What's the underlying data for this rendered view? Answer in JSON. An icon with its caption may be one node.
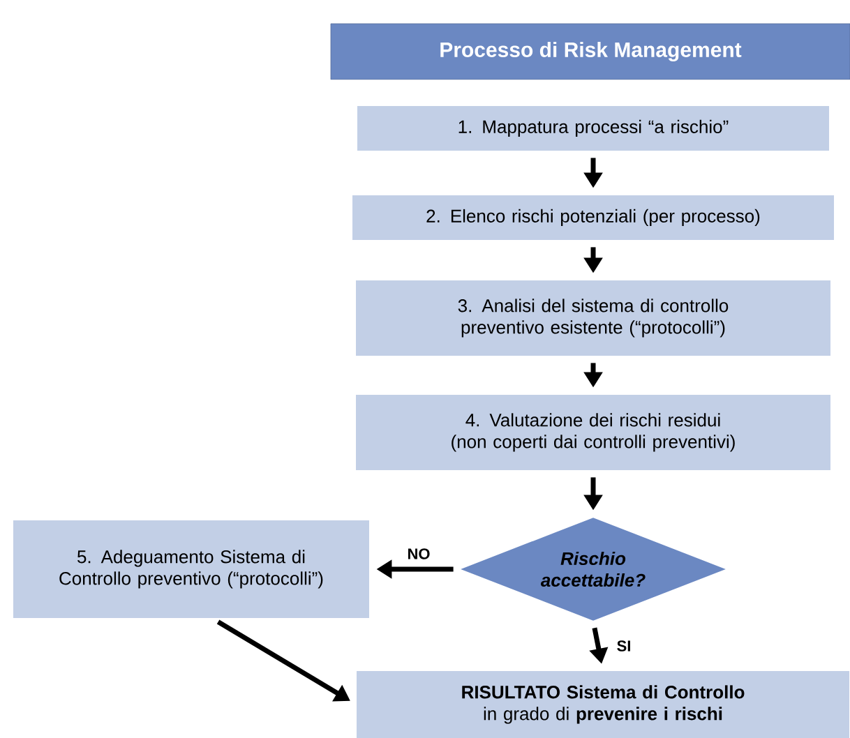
{
  "diagram": {
    "title": "Processo di Risk Management",
    "nodes": [
      {
        "text": [
          "1. Mappatura processi “a rischio”"
        ]
      },
      {
        "text": [
          "2. Elenco rischi potenziali (per processo)"
        ]
      },
      {
        "text": [
          "3. Analisi del sistema di controllo preventivo esistente (“protocolli”)"
        ]
      },
      {
        "text": [
          "4. Valutazione dei rischi residui (non coperti dai controlli preventivi)"
        ]
      },
      {
        "text": [
          "Rischio accettabile?"
        ]
      },
      {
        "text": [
          "5. Adeguamento Sistema di Controllo preventivo (“protocolli”)"
        ]
      },
      {
        "text": [
          "**RISULTATO Sistema di Controllo** in grado di **prevenire i rischi**"
        ]
      }
    ],
    "edges": [
      {
        "from": 0,
        "to": 1,
        "arrow": "to"
      },
      {
        "from": 1,
        "to": 2,
        "arrow": "to"
      },
      {
        "from": 2,
        "to": 3,
        "arrow": "to"
      },
      {
        "from": 3,
        "to": 4,
        "arrow": "to"
      },
      {
        "from": 4,
        "to": 5,
        "arrow": "to",
        "label": "NO"
      },
      {
        "from": 4,
        "to": 6,
        "arrow": "to",
        "label": "SI"
      },
      {
        "from": 5,
        "to": 6,
        "arrow": "to"
      }
    ]
  }
}
